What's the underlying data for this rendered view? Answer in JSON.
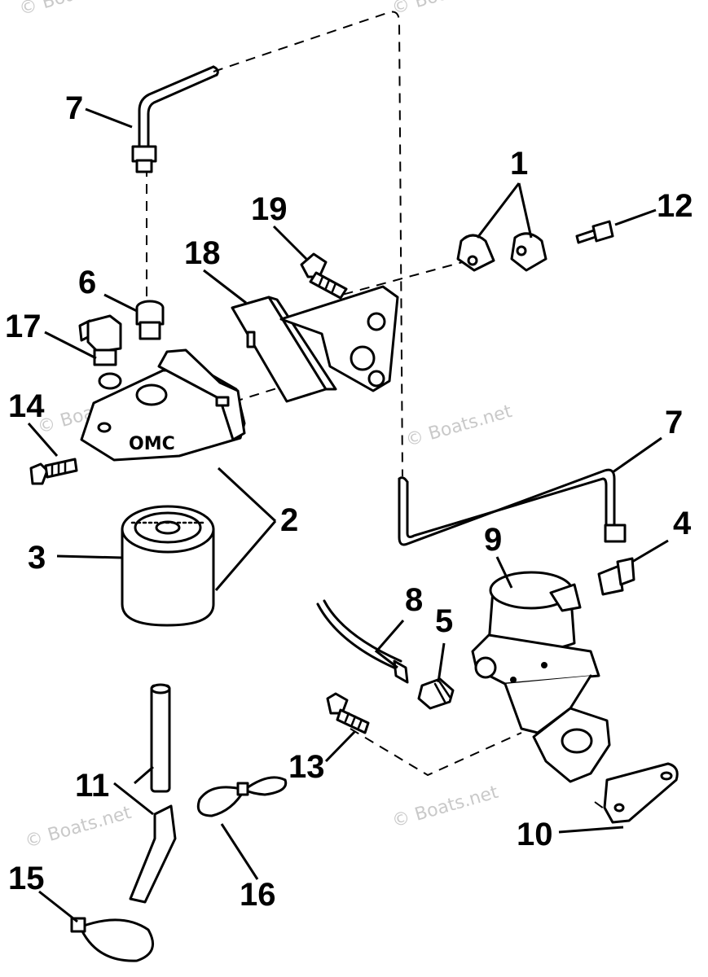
{
  "watermark": "© Boats.net",
  "callouts": {
    "c1": "1",
    "c2": "2",
    "c3": "3",
    "c4": "4",
    "c5": "5",
    "c6": "6",
    "c7a": "7",
    "c7b": "7",
    "c8": "8",
    "c9": "9",
    "c10": "10",
    "c11": "11",
    "c12": "12",
    "c13": "13",
    "c14": "14",
    "c15": "15",
    "c16": "16",
    "c17": "17",
    "c18": "18",
    "c19": "19"
  },
  "filter_base_marking": "OMC",
  "icons": {
    "fuel_pump": "fuel-pump-icon",
    "fuel_filter": "fuel-filter-icon",
    "filter_bracket": "filter-bracket-icon",
    "fuel_line": "fuel-line-icon",
    "tie_strap": "tie-strap-icon"
  }
}
